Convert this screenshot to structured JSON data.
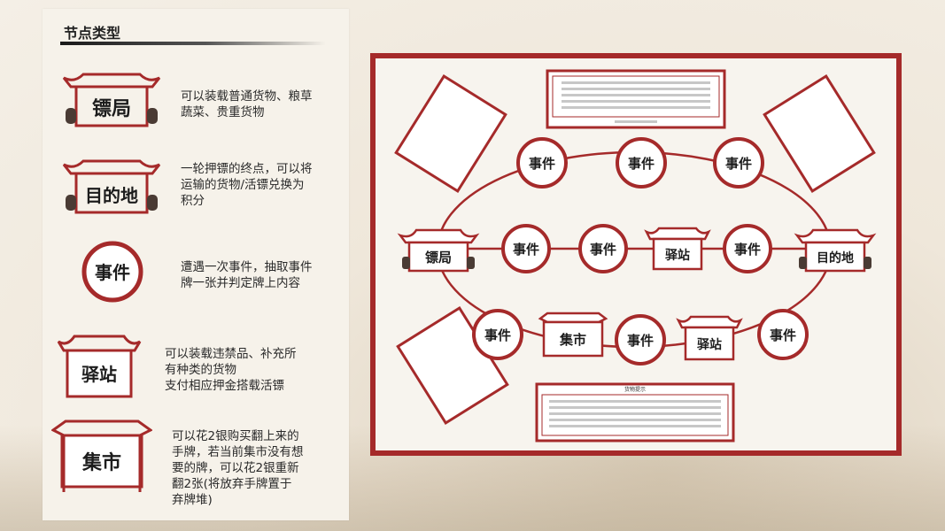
{
  "legend": {
    "title": "节点类型",
    "items": [
      {
        "id": "escort",
        "label": "镖局",
        "desc": "可以装载普通货物、粮草\n蔬菜、贵重货物"
      },
      {
        "id": "destination",
        "label": "目的地",
        "desc": "一轮押镖的终点，可以将\n运输的货物/活镖兑换为\n积分"
      },
      {
        "id": "event",
        "label": "事件",
        "desc": "遭遇一次事件，抽取事件\n牌一张并判定牌上内容"
      },
      {
        "id": "relay",
        "label": "驿站",
        "desc": "可以装载违禁品、补充所\n有种类的货物\n支付相应押金搭载活镖"
      },
      {
        "id": "market",
        "label": "集市",
        "desc": "可以花2银购买翻上来的\n手牌，若当前集市没有想\n要的牌，可以花2银重新\n翻2张(将放弃手牌置于\n弃牌堆)"
      }
    ]
  },
  "board": {
    "border_color": "#a52a2a",
    "node_labels": {
      "event": "事件",
      "escort": "镖局",
      "destination": "目的地",
      "relay": "驿站",
      "market": "集市"
    },
    "cargo_panel_title": "货物提示"
  },
  "colors": {
    "accent": "#a52a2a",
    "ink": "#1c1c1c",
    "panel": "#f6f2ea"
  }
}
